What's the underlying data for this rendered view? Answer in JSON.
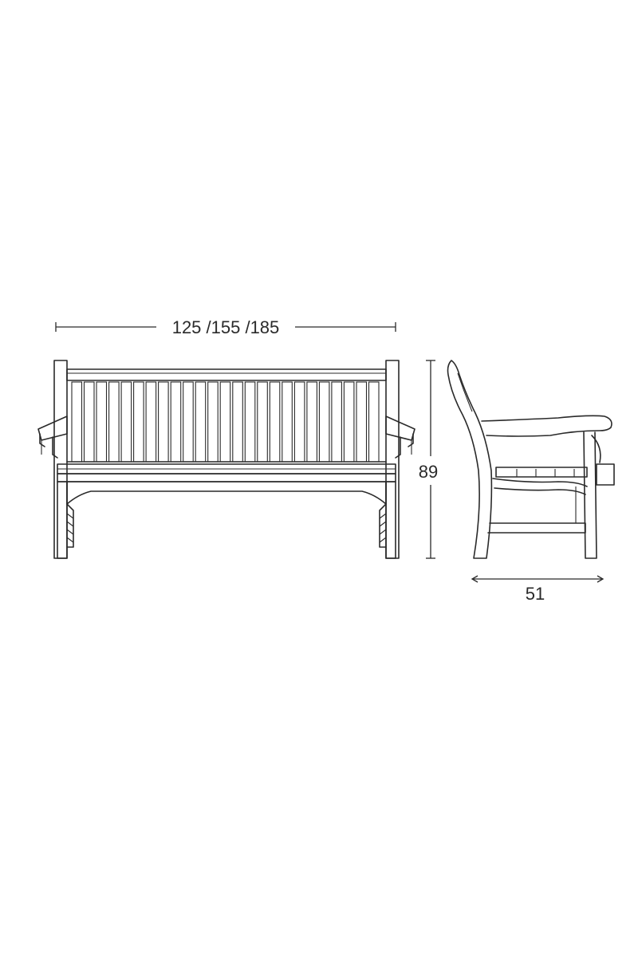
{
  "dimensions": {
    "width": "125 /155 /185",
    "height": "89",
    "depth": "51"
  }
}
